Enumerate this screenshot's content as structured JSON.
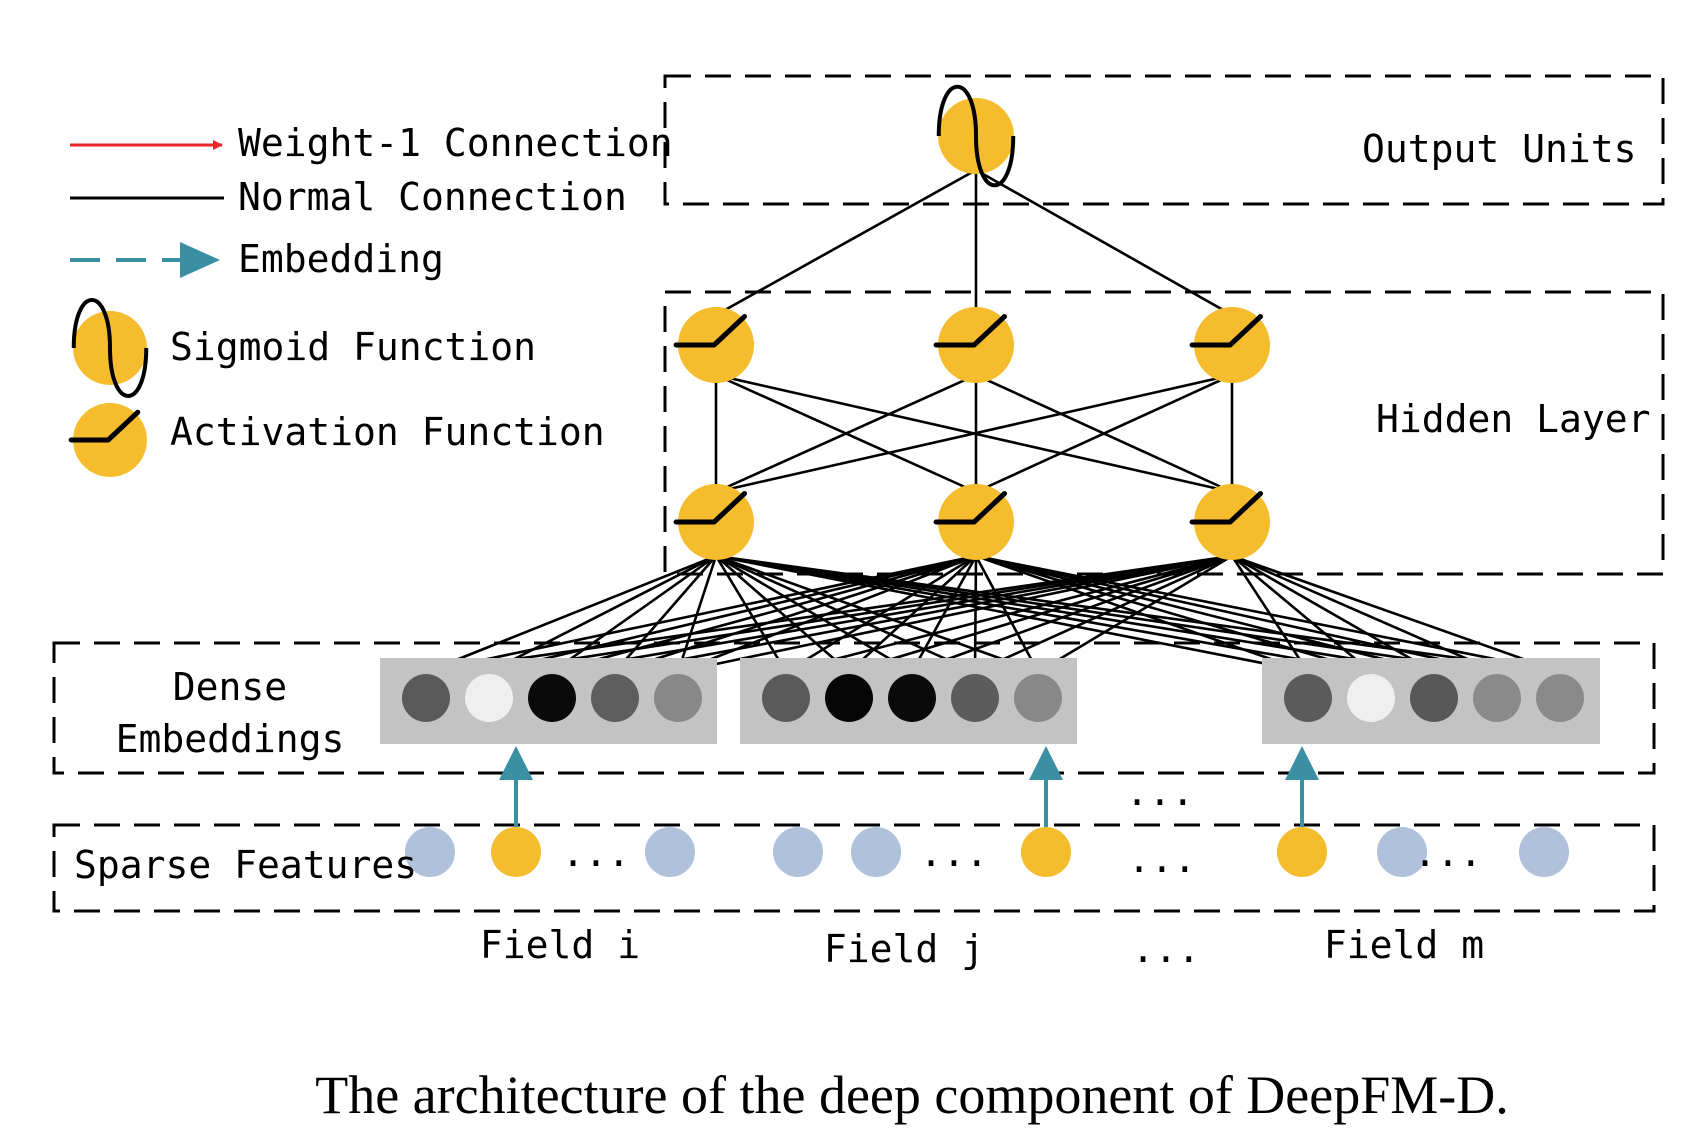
{
  "legend": {
    "weight1": "Weight-1 Connection",
    "normal": "Normal Connection",
    "embedding": "Embedding",
    "sigmoid": "Sigmoid Function",
    "activation": "Activation Function"
  },
  "labels": {
    "output_units": "Output Units",
    "hidden_layer": "Hidden Layer",
    "dense_line1": "Dense",
    "dense_line2": "Embeddings",
    "sparse_features": "Sparse Features",
    "field_i": "Field i",
    "field_j": "Field j",
    "field_m": "Field m",
    "ellipsis": "...",
    "caption": "The architecture of the deep component of DeepFM-D."
  },
  "colors": {
    "node_fill": "#F5BC2E",
    "sparse_inactive": "#B0C1DB",
    "embedding_arrow": "#3B8FA3",
    "weight_arrow": "#E8262B",
    "embed_bg": "#C3C3C3",
    "dense_shades": {
      "field_i": [
        "#595959",
        "#EFEFEF",
        "#0A0A0A",
        "#5E5E5E",
        "#888888"
      ],
      "field_j": [
        "#5A5A5A",
        "#050505",
        "#0A0A0A",
        "#5C5C5C",
        "#888888"
      ],
      "field_m": [
        "#5A5A5A",
        "#EFEFEF",
        "#575757",
        "#8A8A8A",
        "#8A8A8A"
      ]
    }
  },
  "icons": {
    "sigmoid": "sigmoid-wave-icon",
    "activation": "relu-ramp-icon"
  }
}
